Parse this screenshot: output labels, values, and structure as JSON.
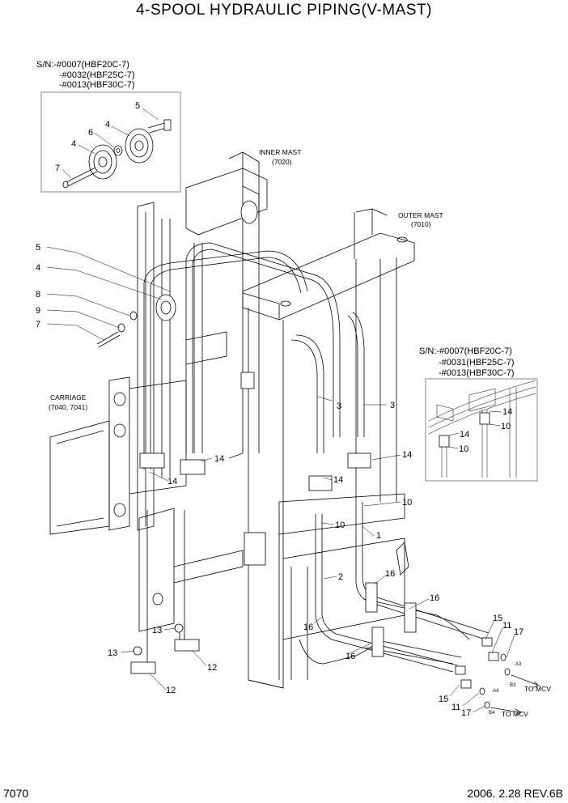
{
  "title": "4-SPOOL HYDRAULIC PIPING(V-MAST)",
  "footer": {
    "page_code": "7070",
    "date_rev": "2006. 2.28  REV.6B"
  },
  "inset_top": {
    "serial_lines": [
      "S/N:-#0007(HBF20C-7)",
      "-#0032(HBF25C-7)",
      "-#0013(HBF30C-7)"
    ],
    "callouts": [
      "5",
      "4",
      "6",
      "4",
      "7"
    ]
  },
  "inset_right": {
    "serial_lines": [
      "S/N:-#0007(HBF20C-7)",
      "-#0031(HBF25C-7)",
      "-#0013(HBF30C-7)"
    ],
    "callouts": [
      "14",
      "10",
      "14",
      "10"
    ]
  },
  "assembly_labels": {
    "inner_mast": [
      "INNER MAST",
      "(7020)"
    ],
    "outer_mast": [
      "OUTER MAST",
      "(7010)"
    ],
    "carriage": [
      "CARRIAGE",
      "(7040, 7041)"
    ]
  },
  "callouts": {
    "c5": "5",
    "c4": "4",
    "c8": "8",
    "c9": "9",
    "c7": "7",
    "c3a": "3",
    "c3b": "3",
    "c14a": "14",
    "c14b": "14",
    "c14c": "14",
    "c14d": "14",
    "c10a": "10",
    "c10b": "10",
    "c1": "1",
    "c2": "2",
    "c16a": "16",
    "c16b": "16",
    "c16c": "16",
    "c16d": "16",
    "c13a": "13",
    "c13b": "13",
    "c12a": "12",
    "c12b": "12",
    "c15a": "15",
    "c11a": "11",
    "c17a": "17",
    "c15b": "15",
    "c11b": "11",
    "c17b": "17"
  },
  "port_labels": {
    "a3": "A3",
    "b3": "B3",
    "a4": "A4",
    "b4": "B4"
  },
  "destinations": {
    "upper": "TO MCV",
    "lower": "TO MCV"
  }
}
